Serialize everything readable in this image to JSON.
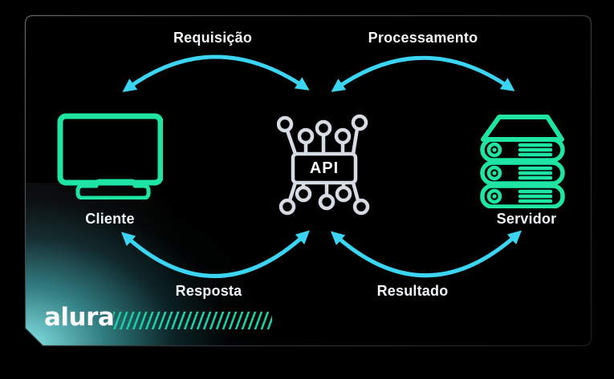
{
  "diagram": {
    "flows": {
      "requisicao": "Requisição",
      "processamento": "Processamento",
      "resposta": "Resposta",
      "resultado": "Resultado"
    },
    "nodes": {
      "cliente": {
        "label": "Cliente",
        "icon": "monitor-icon"
      },
      "api": {
        "label": "API",
        "icon": "api-chip-icon"
      },
      "servidor": {
        "label": "Servidor",
        "icon": "server-icon"
      }
    }
  },
  "footer": {
    "brand": "alura",
    "decoration": "hatch-marks"
  },
  "colors": {
    "arrow": "#3BD4F2",
    "icon-green": "#1FE5A4",
    "chip": "#D6DBE4",
    "hatch": "#1DCDA6",
    "label": "#F2F5F7",
    "frame": "#4A4E52",
    "bg": "#000000"
  }
}
